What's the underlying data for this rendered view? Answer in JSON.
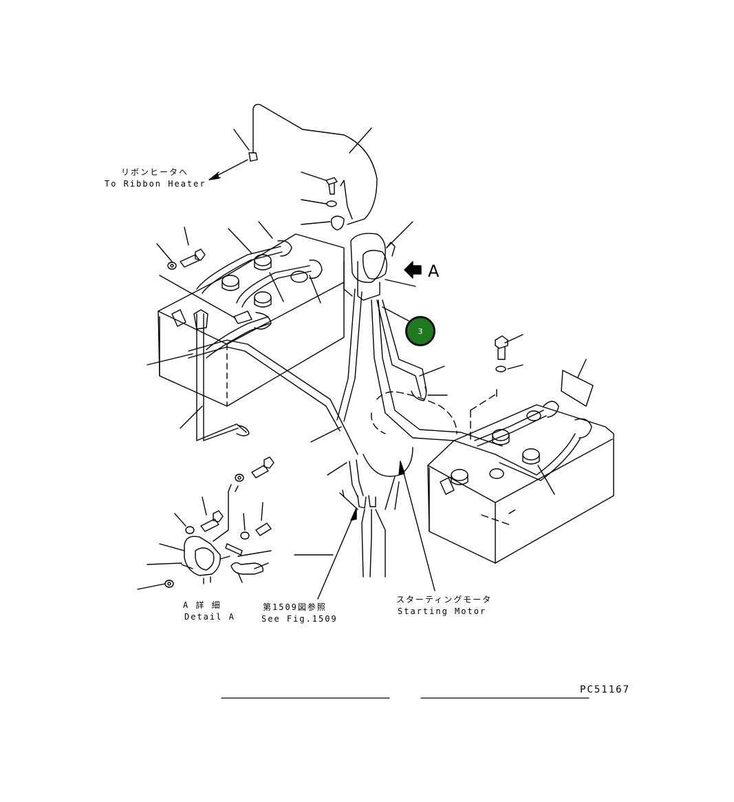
{
  "labels": {
    "ribbon_heater_jp": "リボンヒータへ",
    "ribbon_heater_en": "To Ribbon Heater",
    "detail_jp": "A 詳 細",
    "detail_en": "Detail A",
    "fig_ref_jp": "第1509図参照",
    "fig_ref_en": "See Fig.1509",
    "starting_motor_jp": "スターティングモータ",
    "starting_motor_en": "Starting Motor",
    "view_marker": "A",
    "drawing_code": "PC51167"
  },
  "callout": {
    "number": "3",
    "color": "#1f7a1f"
  }
}
